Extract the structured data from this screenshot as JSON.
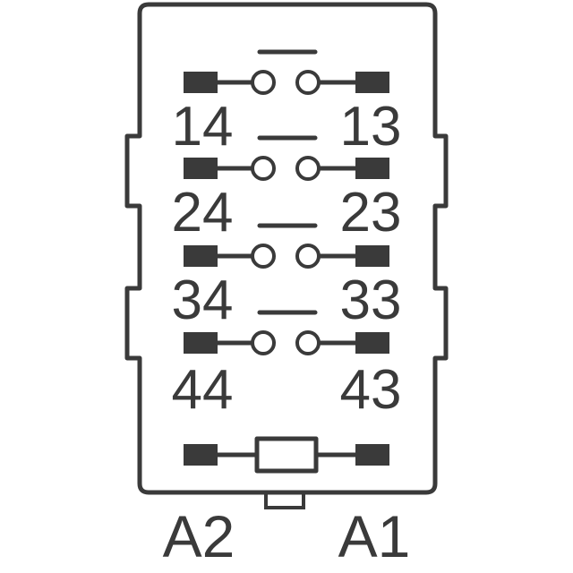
{
  "diagram": {
    "contacts": [
      {
        "left": "14",
        "right": "13"
      },
      {
        "left": "24",
        "right": "23"
      },
      {
        "left": "34",
        "right": "33"
      },
      {
        "left": "44",
        "right": "43"
      }
    ],
    "coil": {
      "left": "A2",
      "right": "A1"
    }
  },
  "colors": {
    "ink": "#3a3a3a",
    "background": "#ffffff"
  }
}
